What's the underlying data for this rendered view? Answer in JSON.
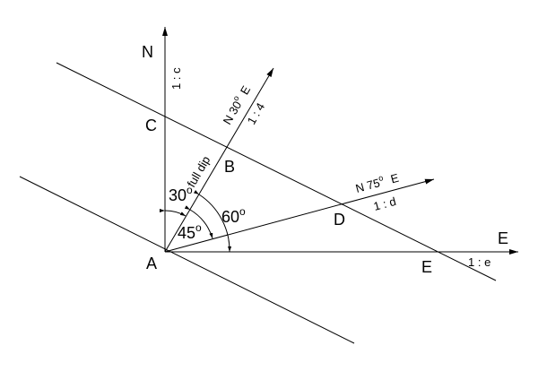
{
  "points": {
    "A": "A",
    "B": "B",
    "C": "C",
    "D": "D",
    "E_point": "E"
  },
  "axes": {
    "north": "N",
    "east": "E"
  },
  "labels": {
    "ratio_c": "1 : c",
    "bearing_30": "N 30",
    "bearing_30_suffix": "E",
    "ratio_4": "1 : 4",
    "full_dip": "full dip",
    "bearing_75": "N 75",
    "bearing_75_suffix": "E",
    "ratio_d": "1 : d",
    "ratio_e": "1 : e",
    "degree": "o"
  },
  "angles": {
    "a30": "30",
    "a45": "45",
    "a60": "60"
  }
}
